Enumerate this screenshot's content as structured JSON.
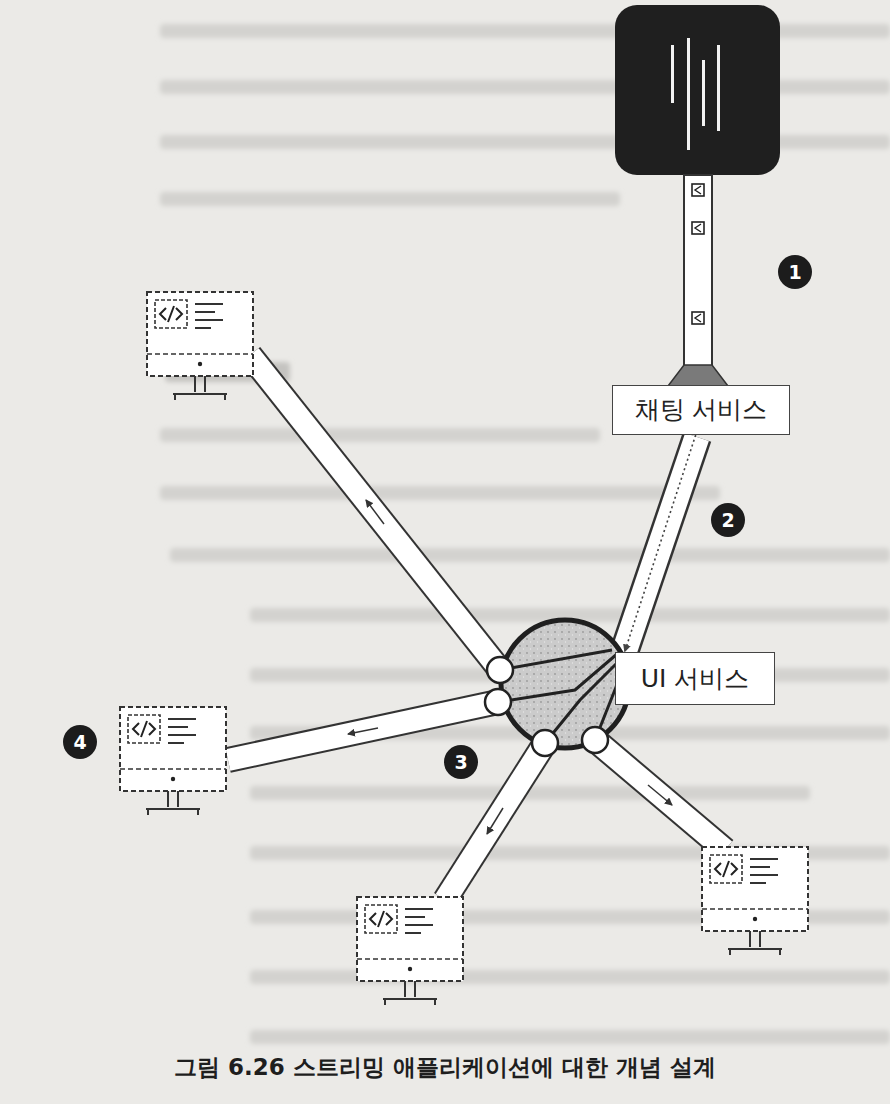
{
  "diagram": {
    "caption": "그림 6.26 스트리밍 애플리케이션에 대한 개념 설계",
    "nodes": [
      {
        "text": [
          "채팅 서비스"
        ]
      },
      {
        "text": [
          "UI 서비스"
        ]
      }
    ],
    "edges": [
      {
        "from": 0,
        "to": 1,
        "arrow": "to"
      }
    ],
    "labels": [
      "1",
      "2",
      "3",
      "4"
    ]
  }
}
